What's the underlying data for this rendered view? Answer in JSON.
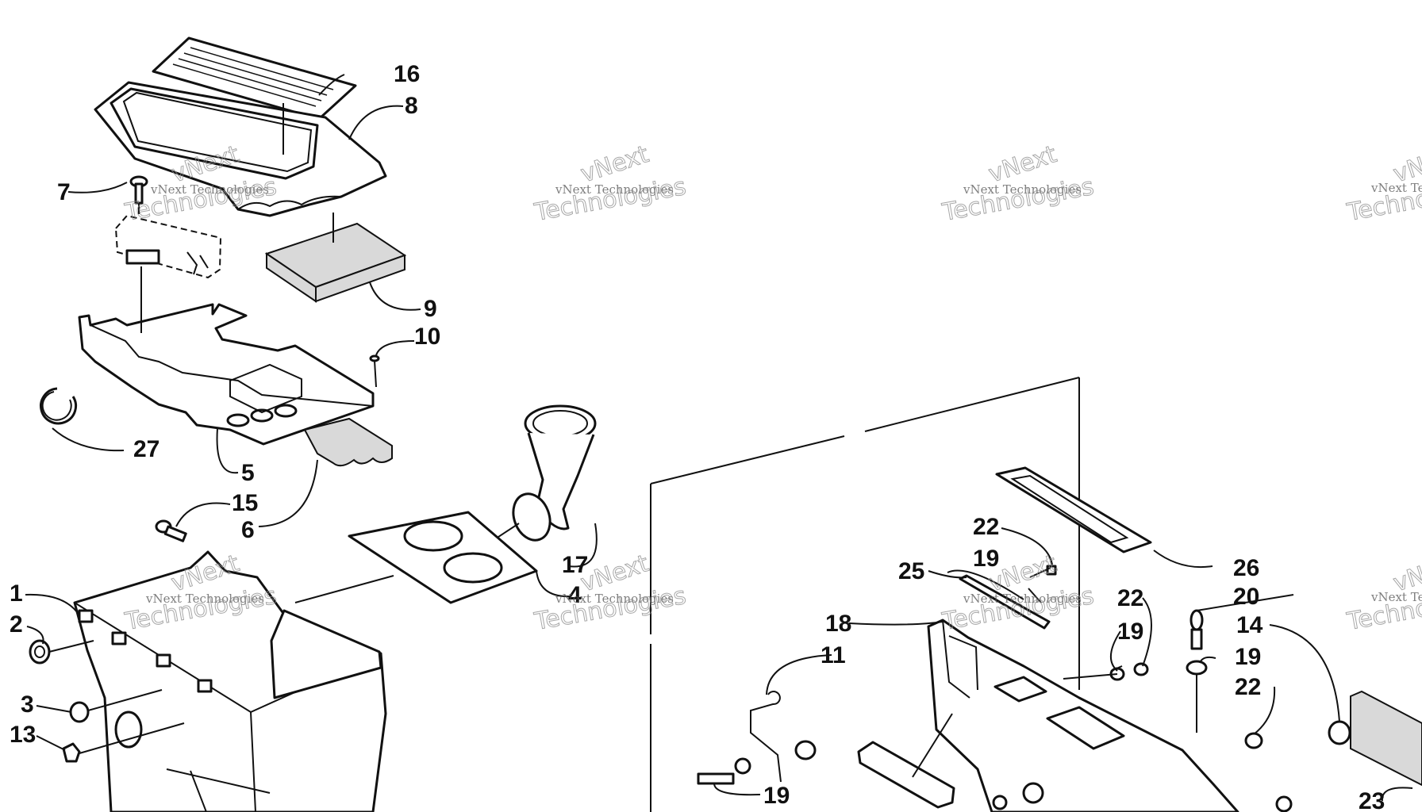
{
  "diagram": {
    "callouts": [
      {
        "id": "c16",
        "label": "16"
      },
      {
        "id": "c8",
        "label": "8"
      },
      {
        "id": "c7",
        "label": "7"
      },
      {
        "id": "c9",
        "label": "9"
      },
      {
        "id": "c10",
        "label": "10"
      },
      {
        "id": "c27",
        "label": "27"
      },
      {
        "id": "c5",
        "label": "5"
      },
      {
        "id": "c15",
        "label": "15"
      },
      {
        "id": "c6",
        "label": "6"
      },
      {
        "id": "c17",
        "label": "17"
      },
      {
        "id": "c4",
        "label": "4"
      },
      {
        "id": "c1",
        "label": "1"
      },
      {
        "id": "c2",
        "label": "2"
      },
      {
        "id": "c3",
        "label": "3"
      },
      {
        "id": "c13",
        "label": "13"
      },
      {
        "id": "c22a",
        "label": "22"
      },
      {
        "id": "c19a",
        "label": "19"
      },
      {
        "id": "c25",
        "label": "25"
      },
      {
        "id": "c26",
        "label": "26"
      },
      {
        "id": "c18",
        "label": "18"
      },
      {
        "id": "c11",
        "label": "11"
      },
      {
        "id": "c22b",
        "label": "22"
      },
      {
        "id": "c19b",
        "label": "19"
      },
      {
        "id": "c20",
        "label": "20"
      },
      {
        "id": "c14",
        "label": "14"
      },
      {
        "id": "c19c",
        "label": "19"
      },
      {
        "id": "c22c",
        "label": "22"
      },
      {
        "id": "c19d",
        "label": "19"
      },
      {
        "id": "c23",
        "label": "23"
      }
    ]
  },
  "watermark": {
    "small": "vNext Technologies",
    "big_top": "vNext",
    "big_bottom": "Technologies"
  }
}
